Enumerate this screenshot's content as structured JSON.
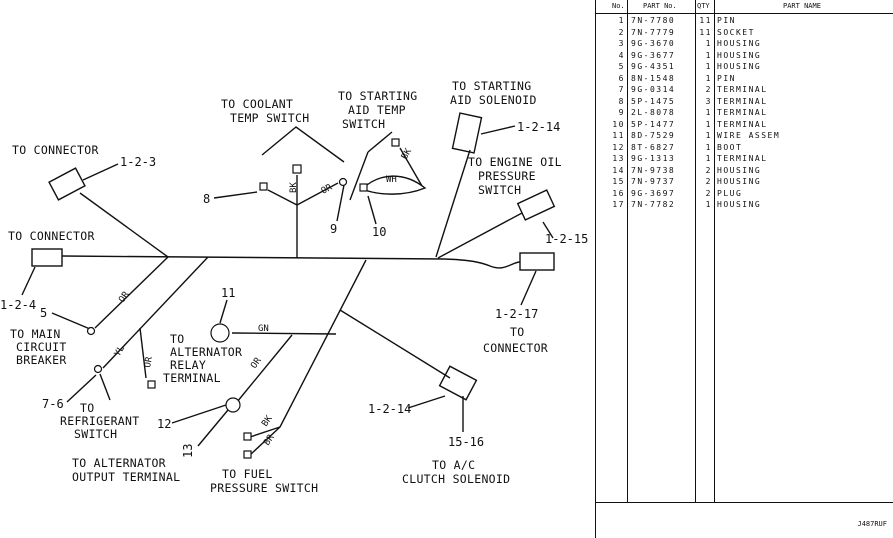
{
  "labels": {
    "to_connector_1": "TO CONNECTOR",
    "to_connector_2": "TO CONNECTOR",
    "to_main_circuit_breaker": [
      "TO MAIN",
      "CIRCUIT",
      "BREAKER"
    ],
    "to_refrigerant_switch": [
      "TO",
      "REFRIGERANT",
      "SWITCH"
    ],
    "to_alternator_output": [
      "TO ALTERNATOR",
      "OUTPUT TERMINAL"
    ],
    "to_alternator_relay": [
      "TO",
      "ALTERNATOR",
      "RELAY",
      "TERMINAL"
    ],
    "to_coolant_temp": [
      "TO COOLANT",
      "TEMP SWITCH"
    ],
    "to_starting_aid_temp": [
      "TO STARTING",
      "AID TEMP",
      "SWITCH"
    ],
    "to_starting_aid_solenoid": [
      "TO STARTING",
      "AID SOLENOID"
    ],
    "to_engine_oil_pressure": [
      "TO ENGINE OIL",
      "PRESSURE",
      "SWITCH"
    ],
    "to_connector_3": [
      "TO",
      "CONNECTOR"
    ],
    "to_fuel_pressure": [
      "TO FUEL",
      "PRESSURE SWITCH"
    ],
    "to_ac_clutch": [
      "TO A/C",
      "CLUTCH SOLENOID"
    ]
  },
  "refs": {
    "r_1_2_3": "1-2-3",
    "r_1_2_4": "1-2-4",
    "r_5": "5",
    "r_7_6": "7-6",
    "r_8": "8",
    "r_9": "9",
    "r_10": "10",
    "r_11": "11",
    "r_12": "12",
    "r_13": "13",
    "r_1_2_14_a": "1-2-14",
    "r_1_2_14_b": "1-2-14",
    "r_1_2_15": "1-2-15",
    "r_1_2_17": "1-2-17",
    "r_15_16": "15-16"
  },
  "wire_codes": {
    "or_1": "OR",
    "or_2": "OR",
    "or_3": "OR",
    "or_4": "OR",
    "yl": "YL",
    "bk_1": "BK",
    "bk_2": "BK",
    "bk_3": "BK",
    "wh": "WH",
    "gn": "GN",
    "br": "BR"
  },
  "parts_table": {
    "headers": {
      "no": "No.",
      "part": "PART No.",
      "qty": "QTY",
      "name": "PART NAME"
    },
    "rows": [
      {
        "no": "1",
        "part": "7N-7780",
        "qty": "11",
        "name": "PIN"
      },
      {
        "no": "2",
        "part": "7N-7779",
        "qty": "11",
        "name": "SOCKET"
      },
      {
        "no": "3",
        "part": "9G-3670",
        "qty": "1",
        "name": "HOUSING"
      },
      {
        "no": "4",
        "part": "9G-3677",
        "qty": "1",
        "name": "HOUSING"
      },
      {
        "no": "5",
        "part": "9G-4351",
        "qty": "1",
        "name": "HOUSING"
      },
      {
        "no": "6",
        "part": "8N-1548",
        "qty": "1",
        "name": "PIN"
      },
      {
        "no": "7",
        "part": "9G-0314",
        "qty": "2",
        "name": "TERMINAL"
      },
      {
        "no": "8",
        "part": "5P-1475",
        "qty": "3",
        "name": "TERMINAL"
      },
      {
        "no": "9",
        "part": "2L-8078",
        "qty": "1",
        "name": "TERMINAL"
      },
      {
        "no": "10",
        "part": "5P-1477",
        "qty": "1",
        "name": "TERMINAL"
      },
      {
        "no": "11",
        "part": "8D-7529",
        "qty": "1",
        "name": "WIRE ASSEM"
      },
      {
        "no": "12",
        "part": "8T-6827",
        "qty": "1",
        "name": "BOOT"
      },
      {
        "no": "13",
        "part": "9G-1313",
        "qty": "1",
        "name": "TERMINAL"
      },
      {
        "no": "14",
        "part": "7N-9738",
        "qty": "2",
        "name": "HOUSING"
      },
      {
        "no": "15",
        "part": "7N-9737",
        "qty": "2",
        "name": "HOUSING"
      },
      {
        "no": "16",
        "part": "9G-3697",
        "qty": "2",
        "name": "PLUG"
      },
      {
        "no": "17",
        "part": "7N-7782",
        "qty": "1",
        "name": "HOUSING"
      }
    ]
  },
  "figure_id": "J487RUF"
}
